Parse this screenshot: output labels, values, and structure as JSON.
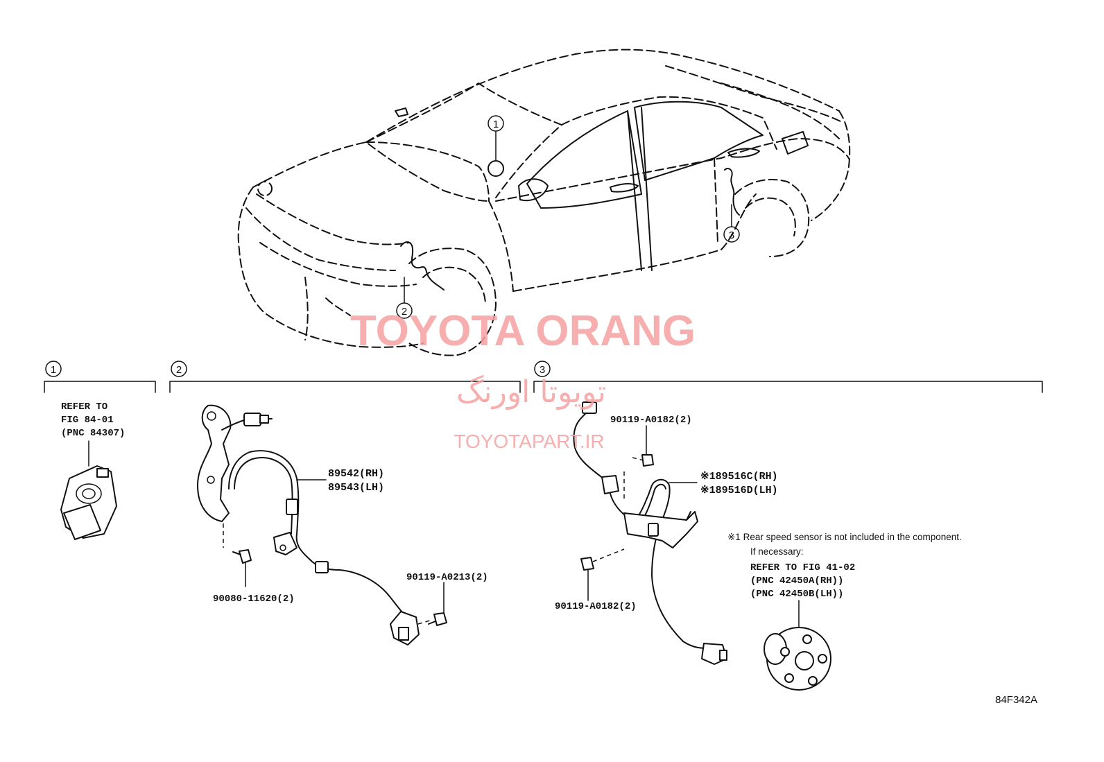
{
  "callouts": {
    "one": "1",
    "two": "2",
    "three": "3"
  },
  "group1": {
    "note_line1": "REFER TO",
    "note_line2": "FIG 84-01",
    "note_line3": "(PNC 84307)"
  },
  "group2": {
    "sensor_rh": "89542(RH)",
    "sensor_lh": "89543(LH)",
    "bolt_a": "90080-11620(2)",
    "bolt_b": "90119-A0213(2)"
  },
  "group3": {
    "bolt_top": "90119-A0182(2)",
    "sensor_rh": "※189516C(RH)",
    "sensor_lh": "※189516D(LH)",
    "bolt_bottom": "90119-A0182(2)",
    "note_line1": "※1 Rear speed sensor is not included in the component.",
    "note_line2": "If necessary:",
    "note_line3": "REFER TO FIG 41-02",
    "note_line4": "(PNC 42450A(RH))",
    "note_line5": "(PNC 42450B(LH))"
  },
  "figure_code": "84F342A",
  "watermark": {
    "title": "TOYOTA ORANG",
    "persian": "تویوتا اورنگ",
    "site": "TOYOTAPART.IR",
    "color": "#f4a0a0"
  }
}
